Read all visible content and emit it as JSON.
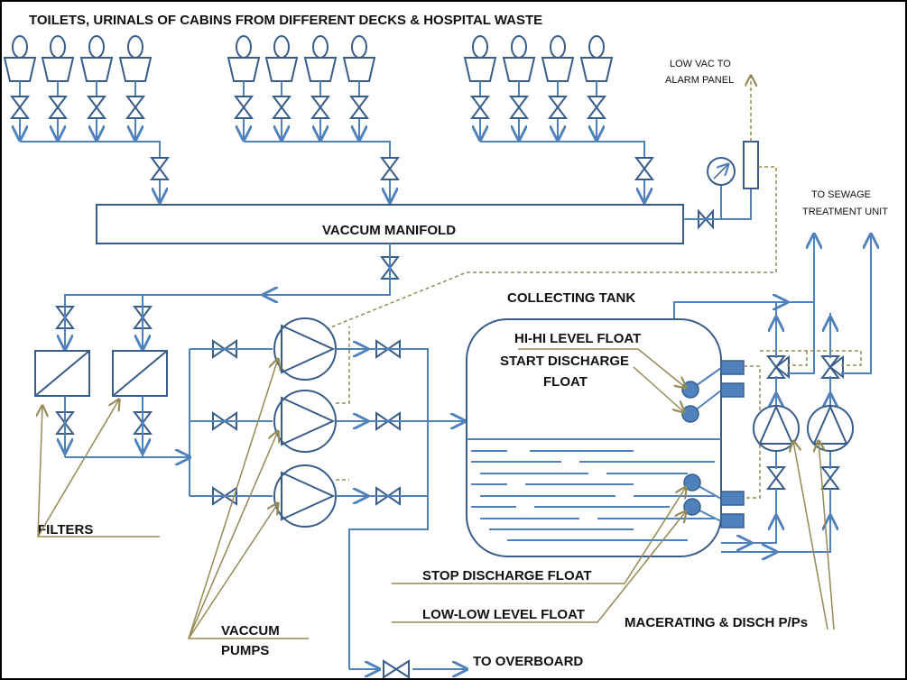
{
  "title": "TOILETS, URINALS OF CABINS FROM DIFFERENT DECKS & HOSPITAL WASTE",
  "labels": {
    "manifold": "VACCUM MANIFOLD",
    "low_vac_1": "LOW VAC TO",
    "low_vac_2": "ALARM PANEL",
    "sewage_1": "TO SEWAGE",
    "sewage_2": "TREATMENT UNIT",
    "collecting_tank": "COLLECTING TANK",
    "hi_hi": "HI-HI LEVEL FLOAT",
    "start_discharge_1": "START DISCHARGE",
    "start_discharge_2": "FLOAT",
    "filters": "FILTERS",
    "vac_pumps_1": "VACCUM",
    "vac_pumps_2": "PUMPS",
    "stop_discharge": "STOP DISCHARGE FLOAT",
    "low_low": "LOW-LOW LEVEL FLOAT",
    "macerating": "MACERATING & DISCH P/Ps",
    "overboard": "TO OVERBOARD"
  },
  "colors": {
    "pipe": "#4f81bd",
    "outline": "#385d8a",
    "leader": "#948a54"
  }
}
